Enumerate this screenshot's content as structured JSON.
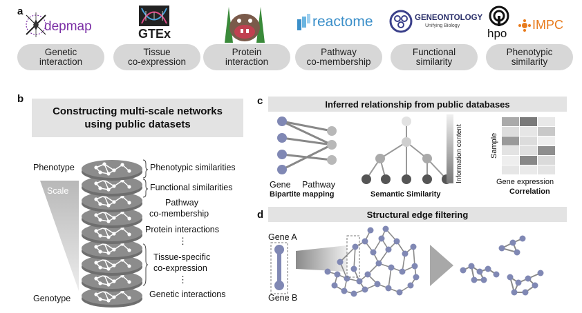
{
  "panel_a": {
    "letter": "a",
    "logos": {
      "depmap": "depmap",
      "gtex": "GTEx",
      "reactome": "reactome",
      "geneontology": "GENEONTOLOGY",
      "geneontology_sub": "Unifying Biology",
      "hpo": "hpo",
      "impc": "IMPC"
    },
    "pills": [
      {
        "line1": "Genetic",
        "line2": "interaction"
      },
      {
        "line1": "Tissue",
        "line2": "co-expression"
      },
      {
        "line1": "Protein",
        "line2": "interaction"
      },
      {
        "line1": "Pathway",
        "line2": "co-membership"
      },
      {
        "line1": "Functional",
        "line2": "similarity"
      },
      {
        "line1": "Phenotypic",
        "line2": "similarity"
      }
    ]
  },
  "panel_b": {
    "letter": "b",
    "title_line1": "Constructing multi-scale networks",
    "title_line2": "using public datasets",
    "phenotype": "Phenotype",
    "genotype": "Genotype",
    "scale": "Scale",
    "layers": [
      "Phenotypic similarities",
      "Functional similarities",
      "Pathway",
      "co-membership",
      "Protein interactions",
      "Tissue-specific",
      "co-expression",
      "Genetic interactions"
    ],
    "dots": "⋮"
  },
  "panel_c": {
    "letter": "c",
    "title": "Inferred relationship from public databases",
    "bipartite": {
      "gene": "Gene",
      "pathway": "Pathway",
      "caption": "Bipartite mapping"
    },
    "semantic": {
      "axis": "Information content",
      "caption": "Semantic Similarity"
    },
    "correlation": {
      "ylabel": "Sample",
      "xlabel": "Gene expression",
      "caption": "Correlation"
    }
  },
  "panel_d": {
    "letter": "d",
    "title": "Structural edge filtering",
    "gene_a": "Gene A",
    "gene_b": "Gene B"
  },
  "colors": {
    "node": "#8088b4",
    "banner": "#e3e3e3",
    "pill": "#d7d7d7",
    "disk": "#8c8c8c",
    "depmap_purple": "#7b2fa5",
    "reactome_blue": "#3b8fc9",
    "impc_orange": "#e87b1c"
  }
}
